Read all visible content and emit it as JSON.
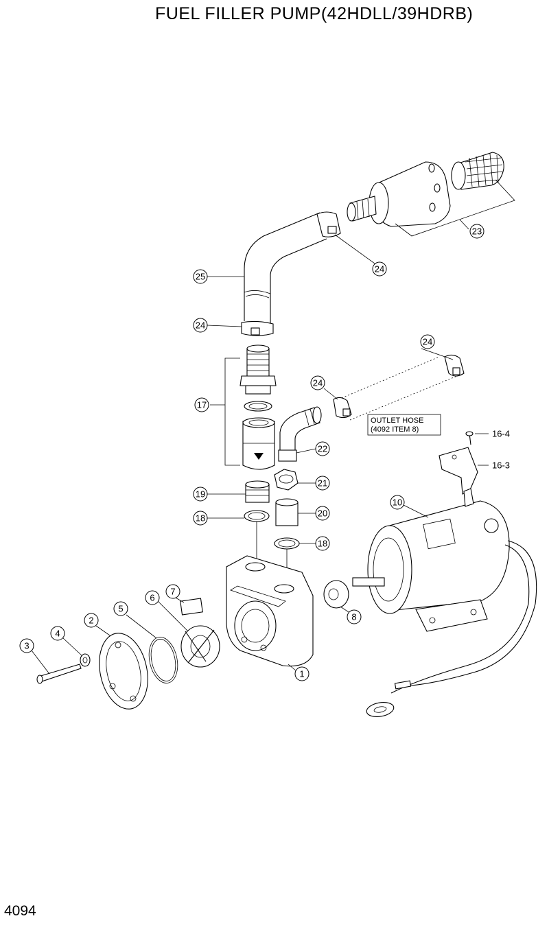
{
  "title": "FUEL FILLER PUMP(42HDLL/39HDRB)",
  "page_number": "4094",
  "note": {
    "line1": "OUTLET HOSE",
    "line2": "(4092 ITEM 8)"
  },
  "callouts": [
    {
      "id": "c1",
      "label": "1"
    },
    {
      "id": "c2",
      "label": "2"
    },
    {
      "id": "c3",
      "label": "3"
    },
    {
      "id": "c4",
      "label": "4"
    },
    {
      "id": "c5",
      "label": "5"
    },
    {
      "id": "c6",
      "label": "6"
    },
    {
      "id": "c7",
      "label": "7"
    },
    {
      "id": "c8",
      "label": "8"
    },
    {
      "id": "c10",
      "label": "10"
    },
    {
      "id": "c16_3",
      "label": "16-3"
    },
    {
      "id": "c16_4",
      "label": "16-4"
    },
    {
      "id": "c17",
      "label": "17"
    },
    {
      "id": "c18a",
      "label": "18"
    },
    {
      "id": "c18b",
      "label": "18"
    },
    {
      "id": "c19",
      "label": "19"
    },
    {
      "id": "c20",
      "label": "20"
    },
    {
      "id": "c21",
      "label": "21"
    },
    {
      "id": "c22",
      "label": "22"
    },
    {
      "id": "c23",
      "label": "23"
    },
    {
      "id": "c24a",
      "label": "24"
    },
    {
      "id": "c24b",
      "label": "24"
    },
    {
      "id": "c24c",
      "label": "24"
    },
    {
      "id": "c24d",
      "label": "24"
    },
    {
      "id": "c25",
      "label": "25"
    }
  ]
}
